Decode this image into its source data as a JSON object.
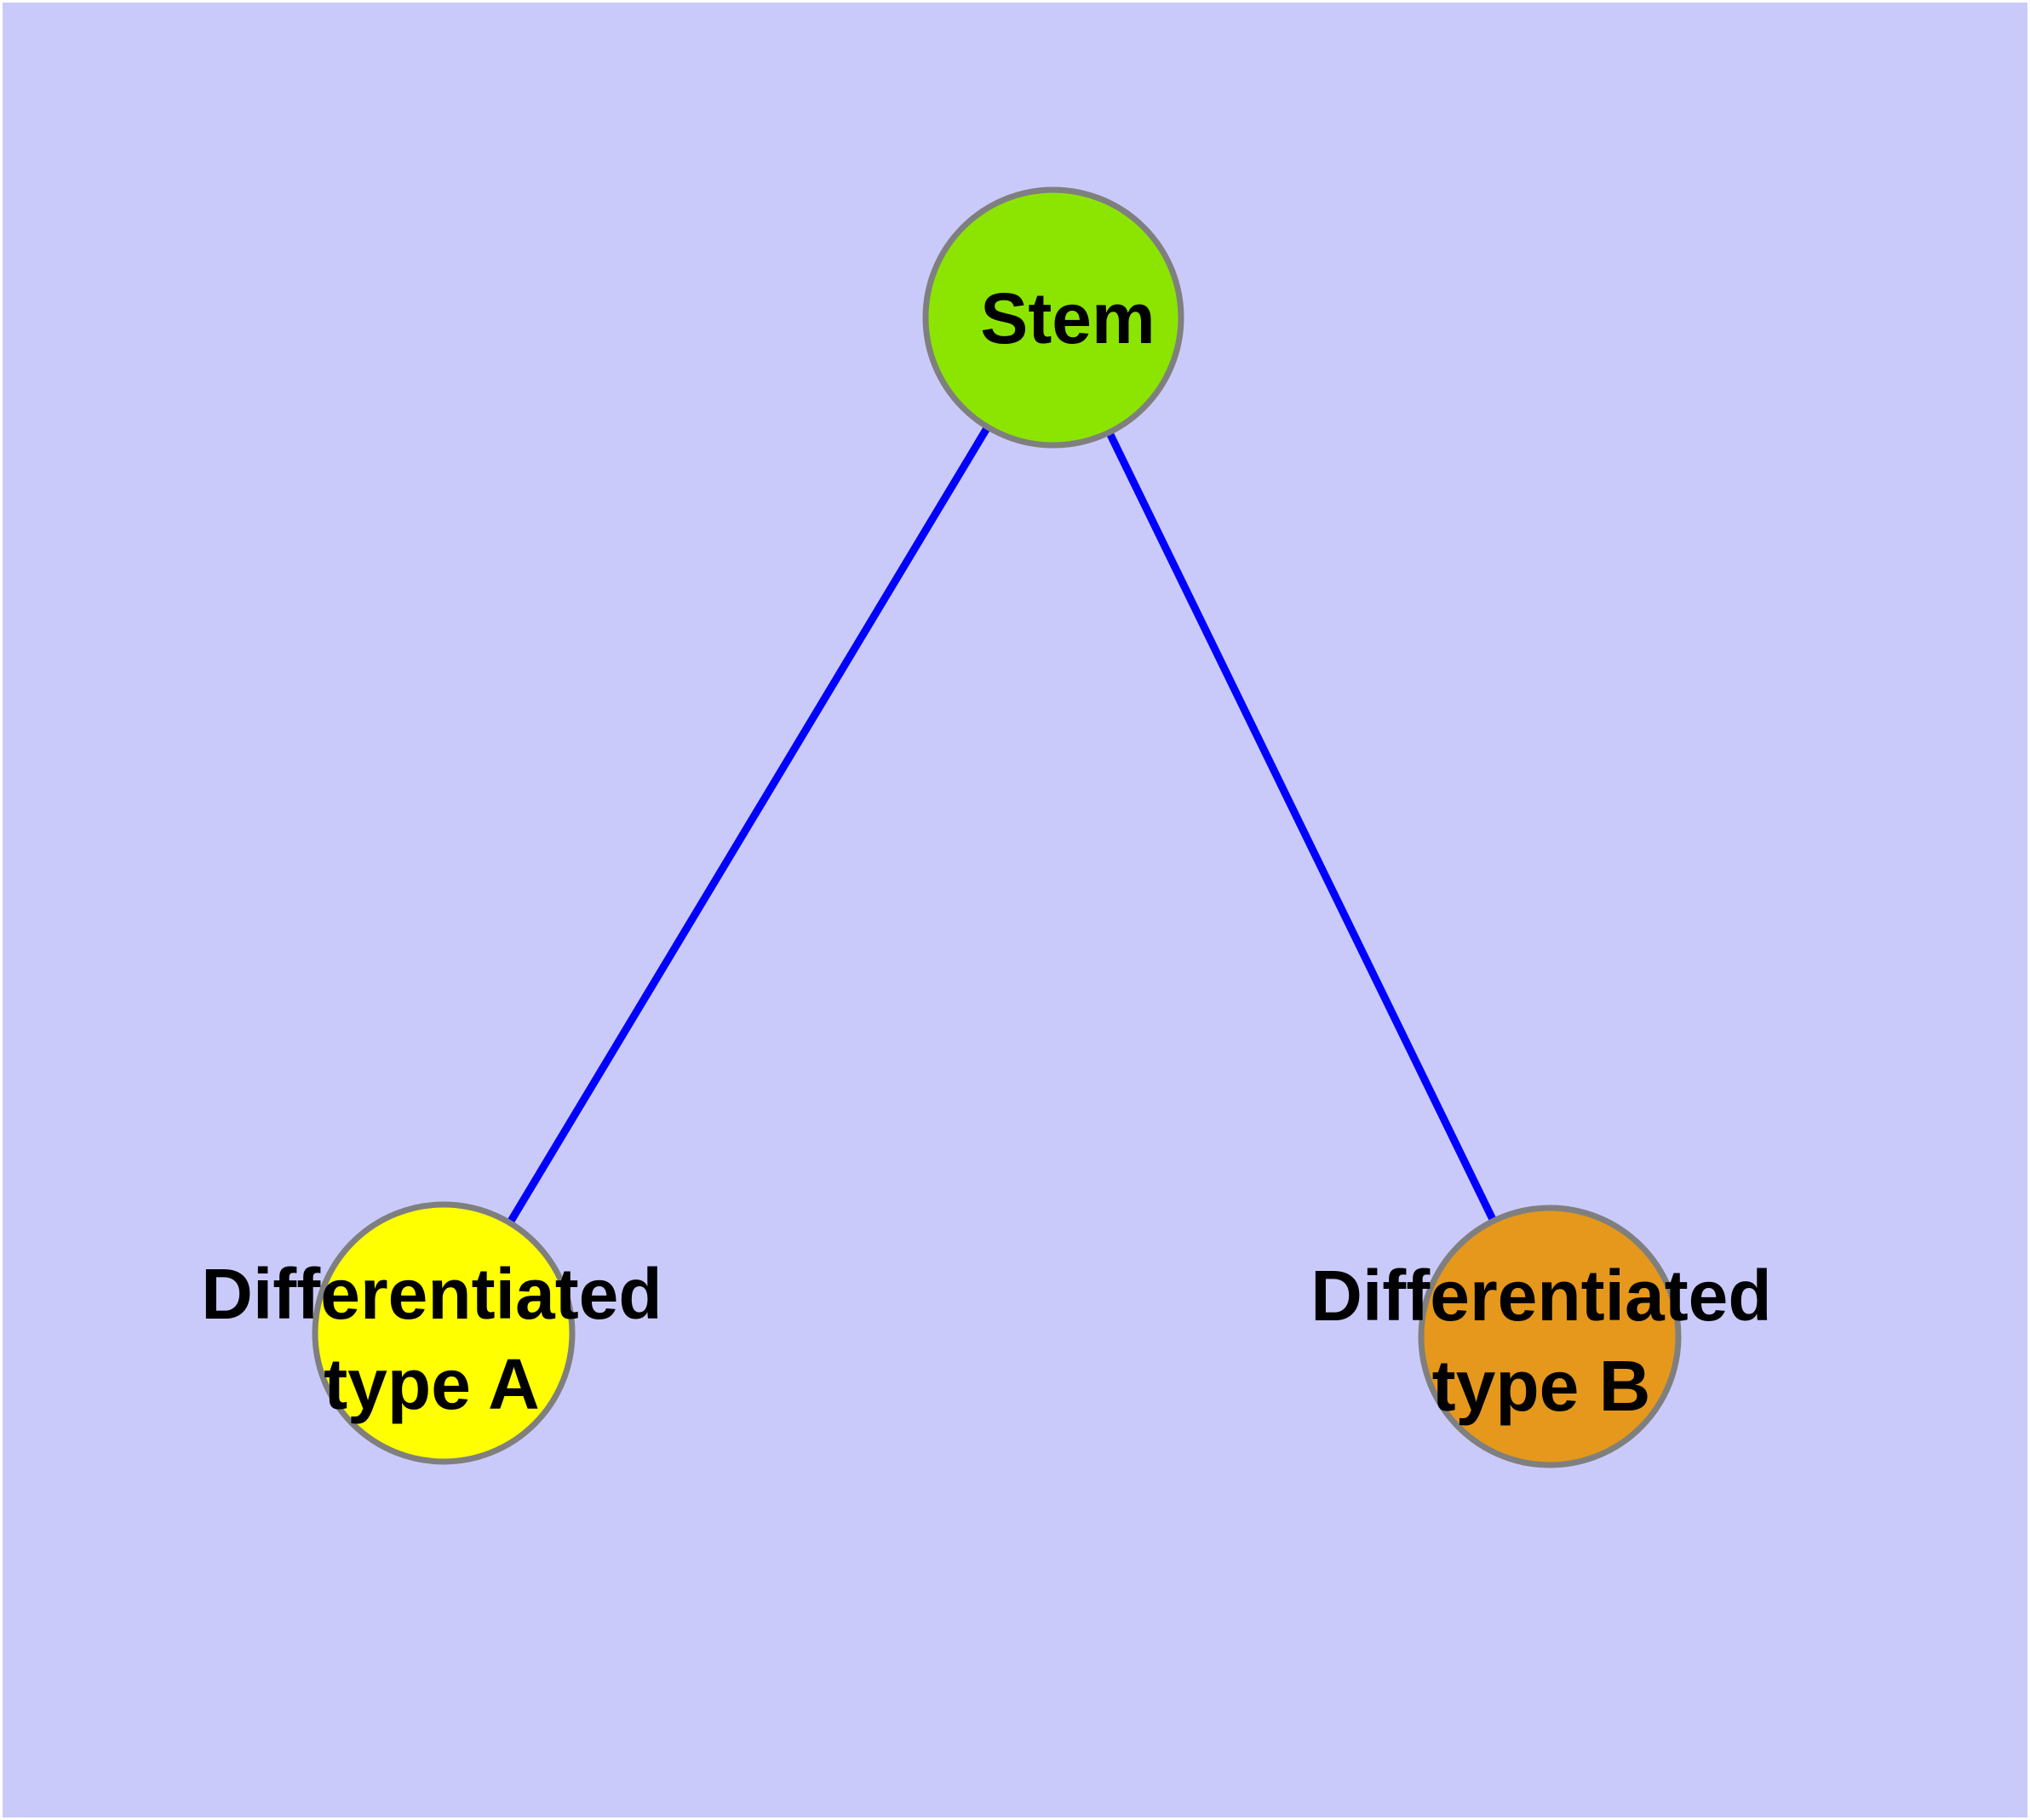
{
  "diagram": {
    "title": "",
    "background_color": "#CACAFA",
    "page_border_color": "#FFFFFF",
    "edge_color": "#0000FF",
    "node_border_color": "#7F7F7F",
    "label_color": "#000000",
    "nodes": {
      "stem": {
        "label": "Stem",
        "fill": "#8BE500"
      },
      "typeA": {
        "label_lines": [
          "Differentiated",
          "type A"
        ],
        "fill": "#FFFF00"
      },
      "typeB": {
        "label_lines": [
          "Differentiated",
          "type B"
        ],
        "fill": "#E5981C"
      }
    },
    "edges": [
      {
        "from": "Stem",
        "to": "Differentiated type A"
      },
      {
        "from": "Stem",
        "to": "Differentiated type B"
      }
    ]
  }
}
